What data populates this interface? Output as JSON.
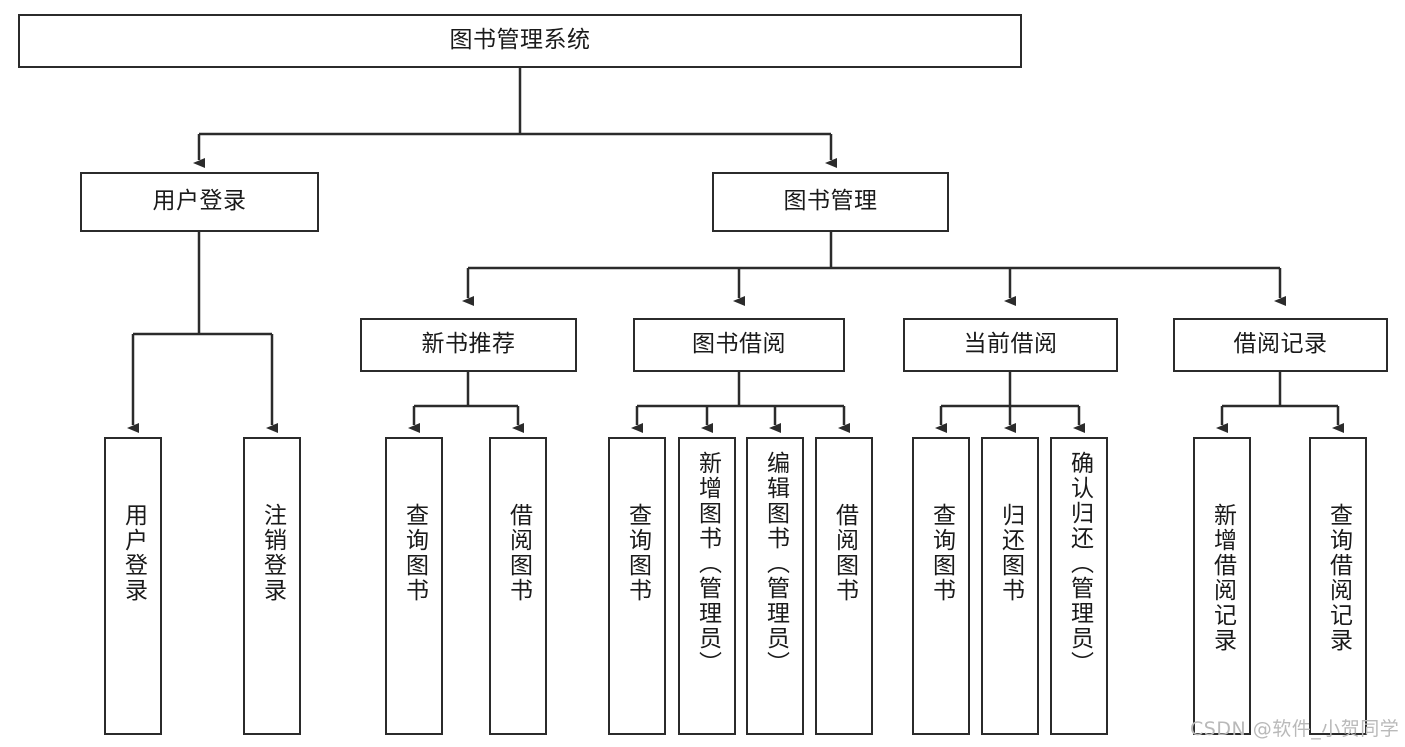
{
  "diagram": {
    "type": "tree",
    "title": "图书管理系统",
    "orientation": "top-down",
    "colors": {
      "stroke": "#2b2b2b",
      "fill": "#ffffff",
      "text": "#1a1a1a",
      "watermark": "#b9b9b9"
    },
    "watermark": "CSDN @软件_小贺同学"
  },
  "nodes": {
    "root": {
      "label": "图书管理系统"
    },
    "level2": [
      {
        "id": "user-login",
        "label": "用户登录"
      },
      {
        "id": "book-manage",
        "label": "图书管理"
      }
    ],
    "level3": [
      {
        "id": "new-book-recommend",
        "label": "新书推荐"
      },
      {
        "id": "book-borrow",
        "label": "图书借阅"
      },
      {
        "id": "current-borrow",
        "label": "当前借阅"
      },
      {
        "id": "borrow-record",
        "label": "借阅记录"
      }
    ],
    "leaves": {
      "user_login": [
        {
          "id": "leaf-user-login",
          "label": "用户登录"
        },
        {
          "id": "leaf-logout-login",
          "label": "注销登录"
        }
      ],
      "new_book_recommend": [
        {
          "id": "leaf-query-book-1",
          "label": "查询图书"
        },
        {
          "id": "leaf-borrow-book-1",
          "label": "借阅图书"
        }
      ],
      "book_borrow": [
        {
          "id": "leaf-query-book-2",
          "label": "查询图书"
        },
        {
          "id": "leaf-add-book",
          "label": "新增图书（管理员）"
        },
        {
          "id": "leaf-edit-book",
          "label": "编辑图书（管理员）"
        },
        {
          "id": "leaf-borrow-book-2",
          "label": "借阅图书"
        }
      ],
      "current_borrow": [
        {
          "id": "leaf-query-book-3",
          "label": "查询图书"
        },
        {
          "id": "leaf-return-book",
          "label": "归还图书"
        },
        {
          "id": "leaf-confirm-return",
          "label": "确认归还（管理员）"
        }
      ],
      "borrow_record": [
        {
          "id": "leaf-add-record",
          "label": "新增借阅记录"
        },
        {
          "id": "leaf-query-record",
          "label": "查询借阅记录"
        }
      ]
    }
  },
  "edges": [
    {
      "from": "root",
      "to": "user-login"
    },
    {
      "from": "root",
      "to": "book-manage"
    },
    {
      "from": "user-login",
      "to": "leaf-user-login"
    },
    {
      "from": "user-login",
      "to": "leaf-logout-login"
    },
    {
      "from": "book-manage",
      "to": "new-book-recommend"
    },
    {
      "from": "book-manage",
      "to": "book-borrow"
    },
    {
      "from": "book-manage",
      "to": "current-borrow"
    },
    {
      "from": "book-manage",
      "to": "borrow-record"
    },
    {
      "from": "new-book-recommend",
      "to": "leaf-query-book-1"
    },
    {
      "from": "new-book-recommend",
      "to": "leaf-borrow-book-1"
    },
    {
      "from": "book-borrow",
      "to": "leaf-query-book-2"
    },
    {
      "from": "book-borrow",
      "to": "leaf-add-book"
    },
    {
      "from": "book-borrow",
      "to": "leaf-edit-book"
    },
    {
      "from": "book-borrow",
      "to": "leaf-borrow-book-2"
    },
    {
      "from": "current-borrow",
      "to": "leaf-query-book-3"
    },
    {
      "from": "current-borrow",
      "to": "leaf-return-book"
    },
    {
      "from": "current-borrow",
      "to": "leaf-confirm-return"
    },
    {
      "from": "borrow-record",
      "to": "leaf-add-record"
    },
    {
      "from": "borrow-record",
      "to": "leaf-query-record"
    }
  ]
}
